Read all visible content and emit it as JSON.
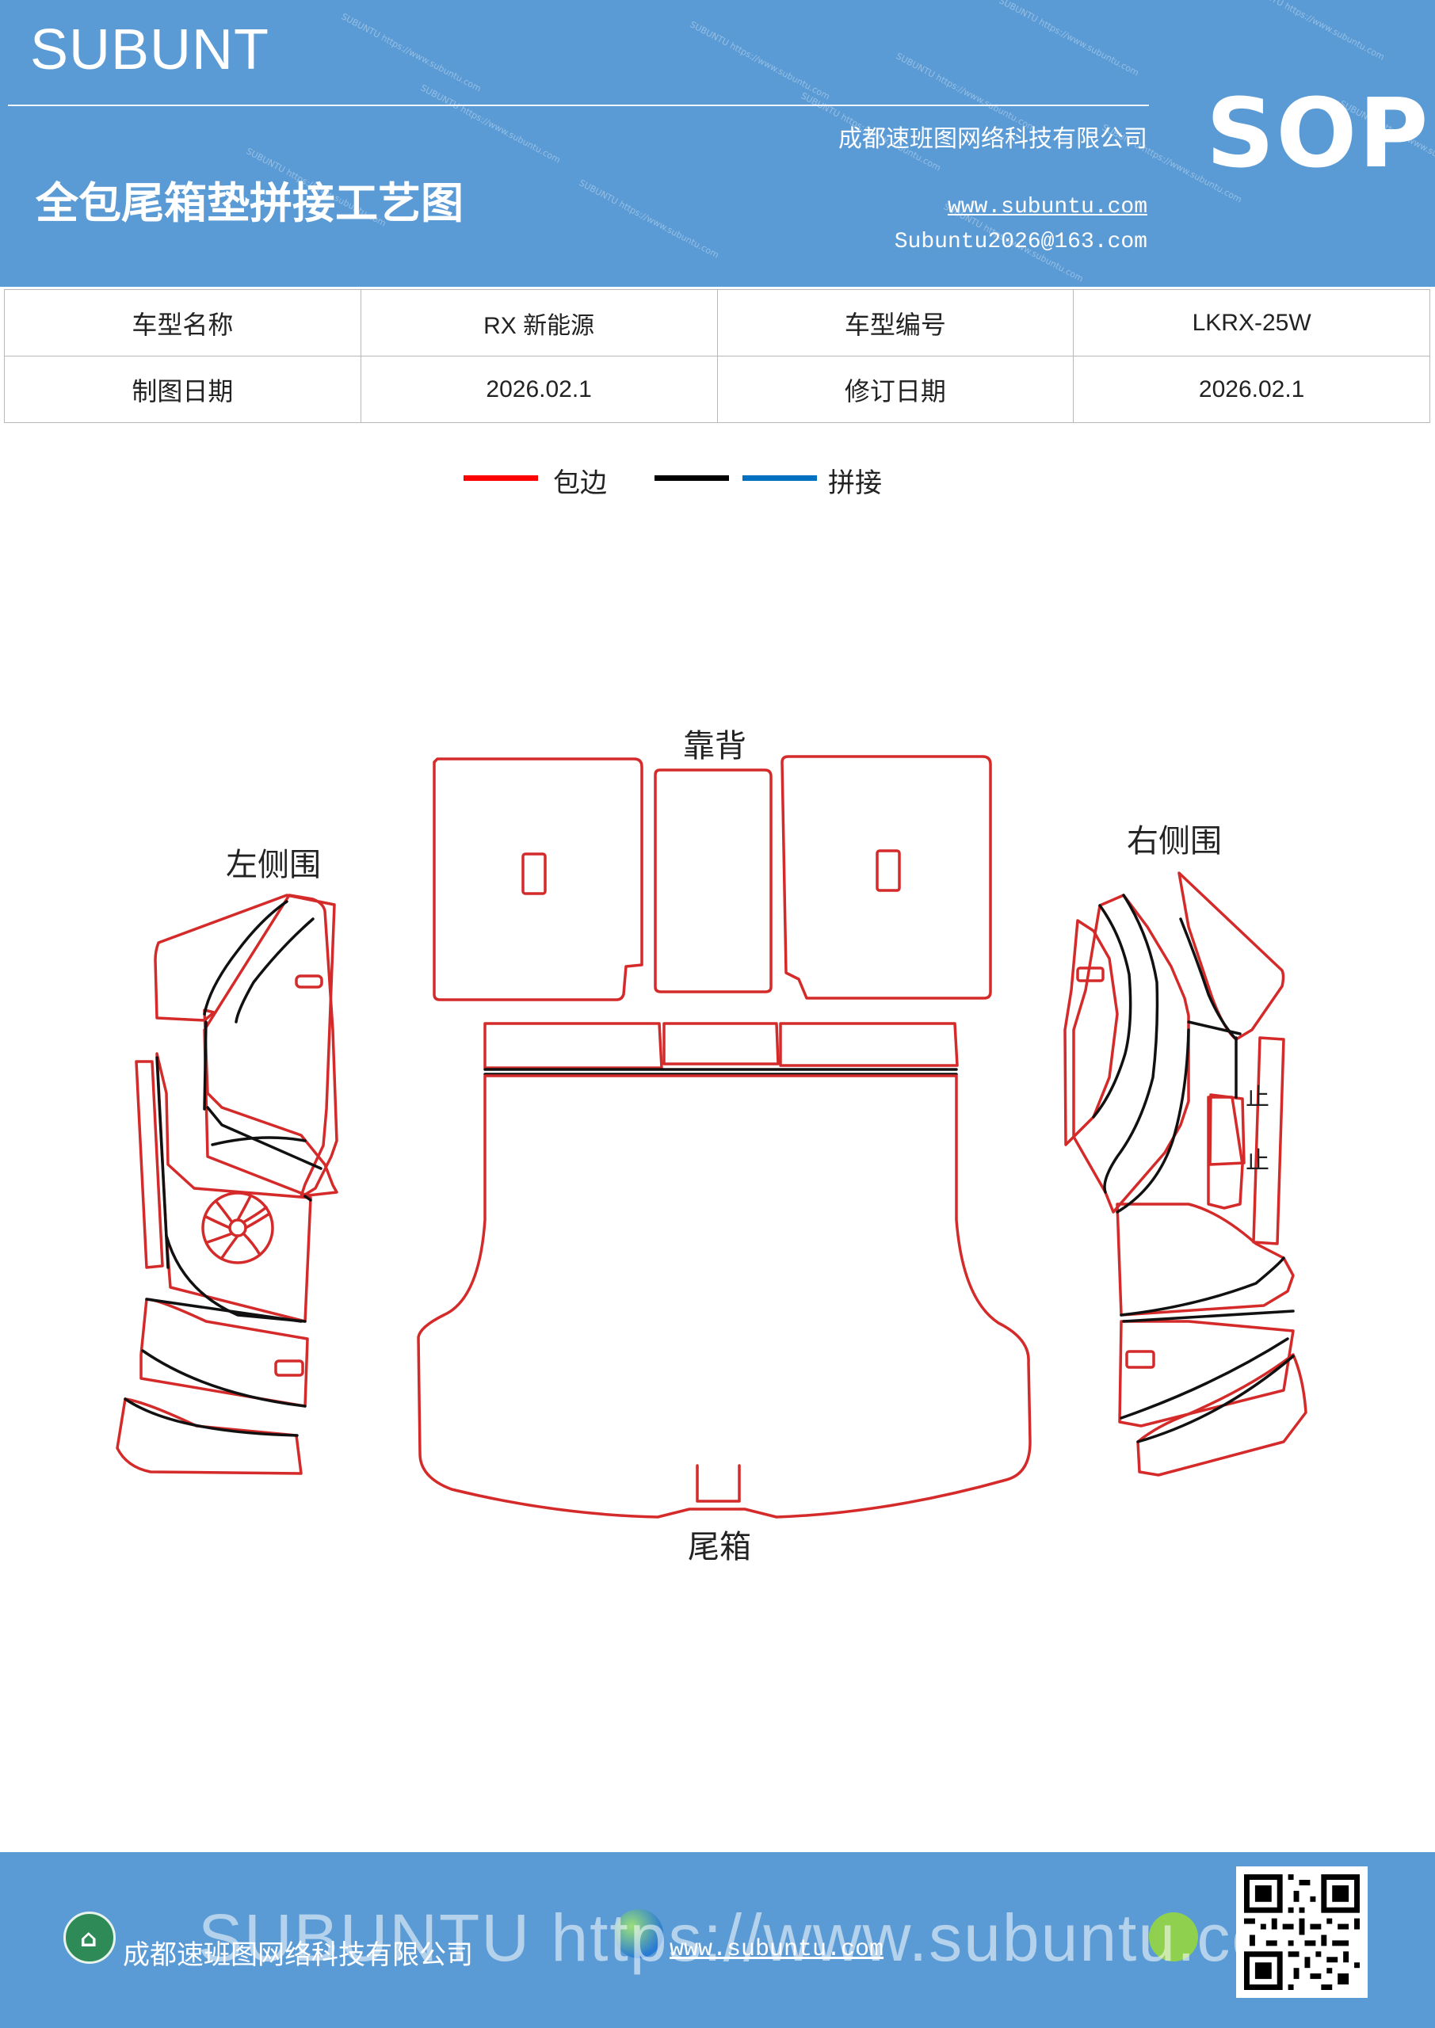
{
  "header": {
    "brand": "SUBUNT",
    "title": "全包尾箱垫拼接工艺图",
    "company": "成都速班图网络科技有限公司",
    "website": "www.subuntu.com",
    "email": "Subuntu2026@163.com",
    "badge": "SOP",
    "background_color": "#5b9bd5"
  },
  "info_table": {
    "rows": [
      [
        "车型名称",
        "RX 新能源",
        "车型编号",
        "LKRX-25W"
      ],
      [
        "制图日期",
        "2026.02.1",
        "修订日期",
        "2026.02.1"
      ]
    ]
  },
  "legend": {
    "items": [
      {
        "label": "包边",
        "color": "#ff0000"
      },
      {
        "label": "",
        "color": "#000000"
      },
      {
        "label": "拼接",
        "color": "#0070c0"
      }
    ]
  },
  "diagram": {
    "labels": {
      "backrest": "靠背",
      "left_side": "左侧围",
      "right_side": "右侧围",
      "trunk": "尾箱",
      "mark_1": "止",
      "mark_2": "止"
    },
    "edge_color": "#d42a2a",
    "seam_color": "#111111"
  },
  "footer": {
    "company": "成都速班图网络科技有限公司",
    "website": "www.subuntu.com",
    "overlay_text": "SUBUNTU https://www.subuntu.com",
    "home_icon": "home-icon",
    "globe_icon": "globe-icon",
    "wechat_icon": "wechat-icon",
    "qr_icon": "qr-code-icon"
  }
}
